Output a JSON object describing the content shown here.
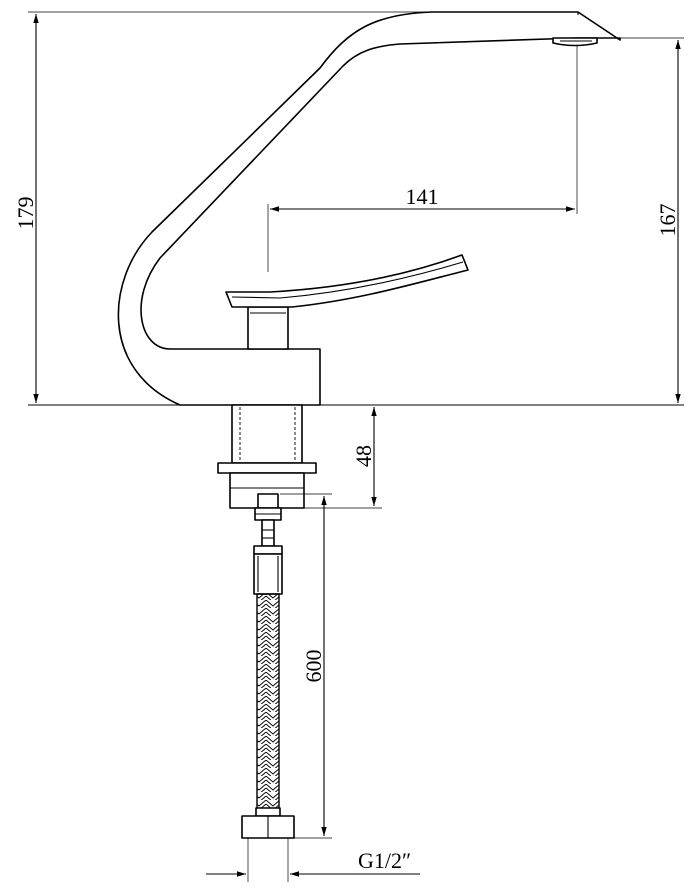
{
  "dimensions": {
    "total_height": "179",
    "spout_height": "167",
    "spout_reach": "141",
    "body_depth": "48",
    "hose_length": "600",
    "thread": "G1/2″"
  }
}
